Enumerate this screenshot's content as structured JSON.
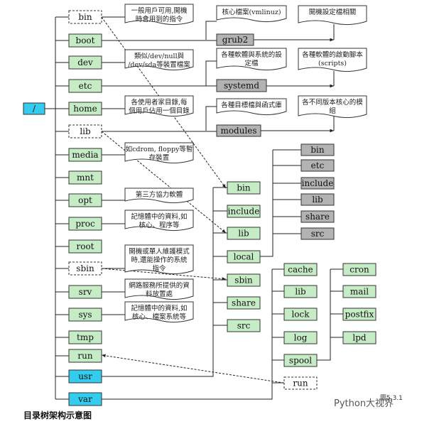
{
  "root": {
    "label": "/"
  },
  "level1": [
    {
      "id": "bin",
      "label": "bin",
      "style": "dash"
    },
    {
      "id": "boot",
      "label": "boot",
      "style": "green"
    },
    {
      "id": "dev",
      "label": "dev",
      "style": "green"
    },
    {
      "id": "etc",
      "label": "etc",
      "style": "green"
    },
    {
      "id": "home",
      "label": "home",
      "style": "green"
    },
    {
      "id": "lib",
      "label": "lib",
      "style": "dash"
    },
    {
      "id": "media",
      "label": "media",
      "style": "green"
    },
    {
      "id": "mnt",
      "label": "mnt",
      "style": "green"
    },
    {
      "id": "opt",
      "label": "opt",
      "style": "green"
    },
    {
      "id": "proc",
      "label": "proc",
      "style": "green"
    },
    {
      "id": "root",
      "label": "root",
      "style": "green"
    },
    {
      "id": "sbin",
      "label": "sbin",
      "style": "dash"
    },
    {
      "id": "srv",
      "label": "srv",
      "style": "green"
    },
    {
      "id": "sys",
      "label": "sys",
      "style": "green"
    },
    {
      "id": "tmp",
      "label": "tmp",
      "style": "green"
    },
    {
      "id": "run",
      "label": "run",
      "style": "green"
    },
    {
      "id": "usr",
      "label": "usr",
      "style": "cyan"
    },
    {
      "id": "var",
      "label": "var",
      "style": "cyan"
    }
  ],
  "notes": {
    "bin": "一般用戶可用,開機\n時會用到的指令",
    "dev": "類似/dev/null與\n/dev/sda等裝置檔案",
    "home": "各使用者家目錄,每\n個用戶佔用一個目錄",
    "media": "如cdrom, floppy等暫\n存裝置",
    "opt": "第三方協力軟體",
    "proc": "記憶體中的資料,如\n核心、程序等",
    "sbin": "開機或單人維護模式\n時,還能操作的系統\n指令",
    "srv": "網路服務所提供的資\n料放置處",
    "sys": "記憶體中的資料,如\n核心、檔案系統等",
    "kernel": "核心檔案(vmlinuz)",
    "bootcfg": "開機設定檔相關",
    "etccfg": "各種軟體與系統的設\n定檔",
    "scripts": "各種軟體的啟動腳本\n(scripts)",
    "libfunc": "各種目標檔與函式庫",
    "kmod": "各不同版本核心的模\n組"
  },
  "gray": {
    "grub2": "grub2",
    "systemd": "systemd",
    "modules": "modules"
  },
  "usr": [
    {
      "id": "usr-bin",
      "label": "bin"
    },
    {
      "id": "usr-include",
      "label": "include"
    },
    {
      "id": "usr-lib",
      "label": "lib"
    },
    {
      "id": "usr-local",
      "label": "local"
    },
    {
      "id": "usr-sbin",
      "label": "sbin"
    },
    {
      "id": "usr-share",
      "label": "share"
    },
    {
      "id": "usr-src",
      "label": "src"
    }
  ],
  "local": [
    {
      "id": "local-bin",
      "label": "bin"
    },
    {
      "id": "local-etc",
      "label": "etc"
    },
    {
      "id": "local-include",
      "label": "include"
    },
    {
      "id": "local-lib",
      "label": "lib"
    },
    {
      "id": "local-share",
      "label": "share"
    },
    {
      "id": "local-src",
      "label": "src"
    }
  ],
  "var": [
    {
      "id": "var-cache",
      "label": "cache"
    },
    {
      "id": "var-lib",
      "label": "lib"
    },
    {
      "id": "var-lock",
      "label": "lock"
    },
    {
      "id": "var-log",
      "label": "log"
    },
    {
      "id": "var-spool",
      "label": "spool"
    },
    {
      "id": "var-run",
      "label": "run"
    }
  ],
  "spool": [
    {
      "id": "spool-cron",
      "label": "cron"
    },
    {
      "id": "spool-mail",
      "label": "mail"
    },
    {
      "id": "spool-postfix",
      "label": "postfix"
    },
    {
      "id": "spool-lpd",
      "label": "lpd"
    }
  ],
  "caption": "目录树架构示意图",
  "figno": "圖5.3.1",
  "watermark": "Python大视界"
}
